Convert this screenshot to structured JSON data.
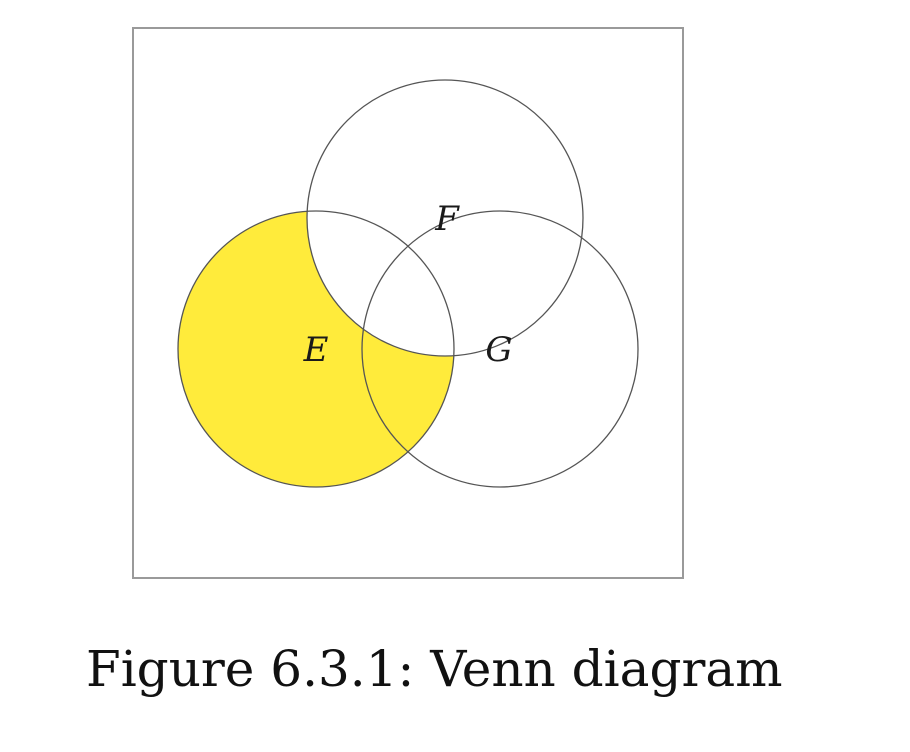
{
  "diagram": {
    "sets": [
      {
        "id": "E",
        "label": "E"
      },
      {
        "id": "F",
        "label": "F"
      },
      {
        "id": "G",
        "label": "G"
      }
    ],
    "shaded_region": "E minus F",
    "colors": {
      "shading": "#FFEB3B",
      "outline": "#555555",
      "frame": "#9a9a9a",
      "background": "#ffffff"
    }
  },
  "caption": "Figure 6.3.1: Venn diagram"
}
